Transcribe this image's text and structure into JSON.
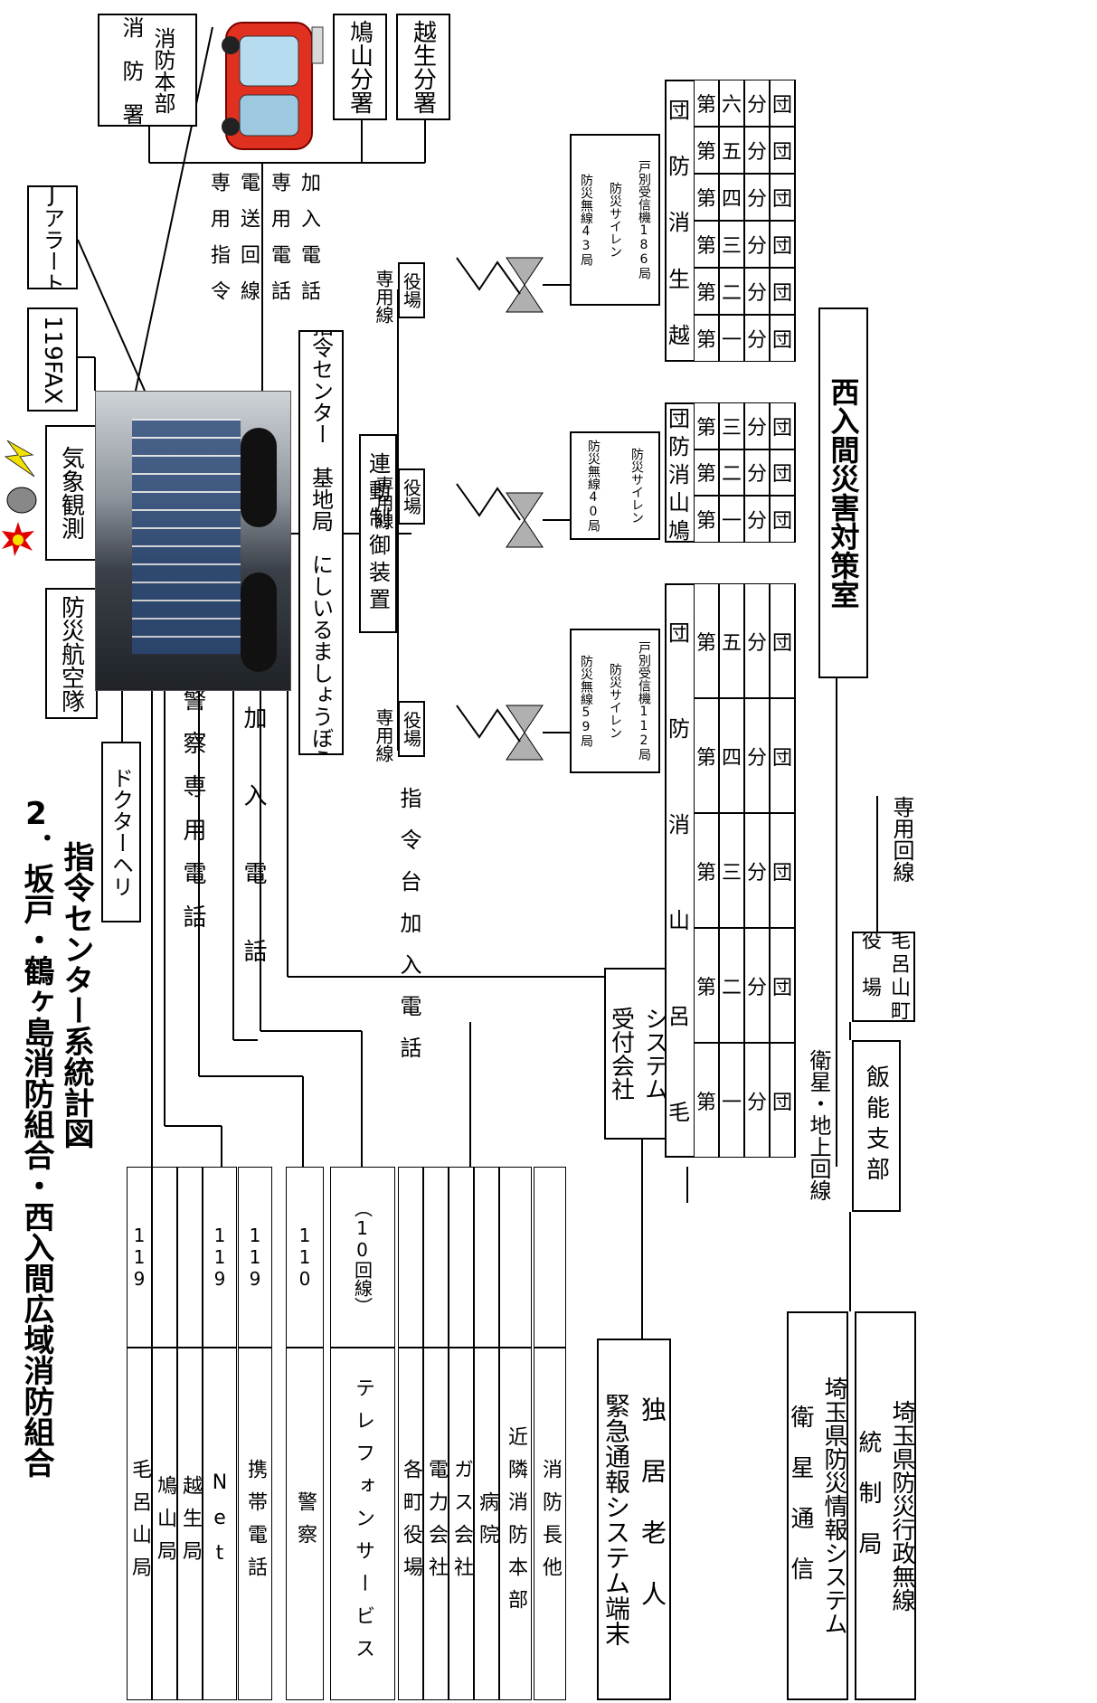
{
  "title": {
    "line1": "2．坂戸・鶴ヶ島消防組合・西入間広域消防組合",
    "line2": "指令センター系統計図"
  },
  "left_table": {
    "rows": [
      {
        "cells": [
          "毛呂山局",
          "119"
        ]
      },
      {
        "cells": [
          "鳩山局"
        ]
      },
      {
        "cells": [
          "越生局"
        ]
      },
      {
        "cells": [
          "Net",
          "119"
        ]
      },
      {
        "cells": [
          "携帯電話",
          "119"
        ]
      },
      {
        "cells": [
          "警察",
          "110"
        ]
      },
      {
        "cells": [
          "テレフォンサービス",
          "（10回線）"
        ]
      },
      {
        "cells": [
          "各町役場"
        ]
      },
      {
        "cells": [
          "電力会社"
        ]
      },
      {
        "cells": [
          "ガス会社"
        ]
      },
      {
        "cells": [
          "病院"
        ]
      },
      {
        "cells": [
          "近隣消防本部"
        ]
      },
      {
        "cells": [
          "消防長他"
        ]
      }
    ],
    "elderly": [
      "独居老人",
      "緊急通報システム端末"
    ],
    "saitama_info": [
      "埼玉県防災情報システム",
      "衛星通信"
    ],
    "saitama_radio": [
      "埼玉県防災行政無線",
      "統制局"
    ]
  },
  "left_labels": {
    "police_line": "警察専用電話",
    "subscriber_phone": "加入電話",
    "command_phone": "指令台加入電話",
    "system_company": [
      "システム",
      "受付会社"
    ],
    "satellite": "衛星・地上回線",
    "hanno": "飯能支部",
    "moroyama_office": [
      "毛呂山町",
      "役場"
    ],
    "dedicated_circuit": "専用回線"
  },
  "top_labels": {
    "doctor_heli": "ドクターヘリ",
    "air_corps": "防災航空隊",
    "weather": "気象観測",
    "fax119": "119FAX",
    "jalert": "Jアラート",
    "hq": [
      "消防本部",
      "消　防　署"
    ],
    "hatoyama_branch": "鳩山分署",
    "ogose_branch": "越生分署",
    "dedicated_lines": [
      "専用指令",
      "電送回線",
      "専用電話",
      "加入電話"
    ]
  },
  "center": {
    "command_center": "指令センター　基地局　にしいるましょうぼう",
    "linked_control": "連動制御装置",
    "dedicated_line": "専用線",
    "office": "役場"
  },
  "groups": [
    {
      "name": "毛呂山消防団",
      "chars": [
        "毛",
        "呂",
        "山",
        "消",
        "防",
        "団"
      ],
      "units": [
        [
          "第",
          "一",
          "分",
          "団"
        ],
        [
          "第",
          "二",
          "分",
          "団"
        ],
        [
          "第",
          "三",
          "分",
          "団"
        ],
        [
          "第",
          "四",
          "分",
          "団"
        ],
        [
          "第",
          "五",
          "分",
          "団"
        ]
      ],
      "equip": [
        "戸別受信機112局",
        "防災サイレン",
        "防災無線59局"
      ]
    },
    {
      "name": "鳩山消防団",
      "chars": [
        "鳩",
        "山",
        "消",
        "防",
        "団"
      ],
      "units": [
        [
          "第",
          "一",
          "分",
          "団"
        ],
        [
          "第",
          "二",
          "分",
          "団"
        ],
        [
          "第",
          "三",
          "分",
          "団"
        ]
      ],
      "equip": [
        "防災サイレン",
        "防災無線40局"
      ]
    },
    {
      "name": "越生消防団",
      "chars": [
        "越",
        "生",
        "消",
        "防",
        "団"
      ],
      "units": [
        [
          "第",
          "一",
          "分",
          "団"
        ],
        [
          "第",
          "二",
          "分",
          "団"
        ],
        [
          "第",
          "三",
          "分",
          "団"
        ],
        [
          "第",
          "四",
          "分",
          "団"
        ],
        [
          "第",
          "五",
          "分",
          "団"
        ],
        [
          "第",
          "六",
          "分",
          "団"
        ]
      ],
      "equip": [
        "戸別受信機186局",
        "防災サイレン",
        "防災無線43局"
      ]
    }
  ],
  "disaster_office": "西入間災害対策室",
  "colors": {
    "line": "#000000",
    "valve": "#b0b0b0",
    "siren_red": "#e00000",
    "lightning": "#f2e200"
  }
}
